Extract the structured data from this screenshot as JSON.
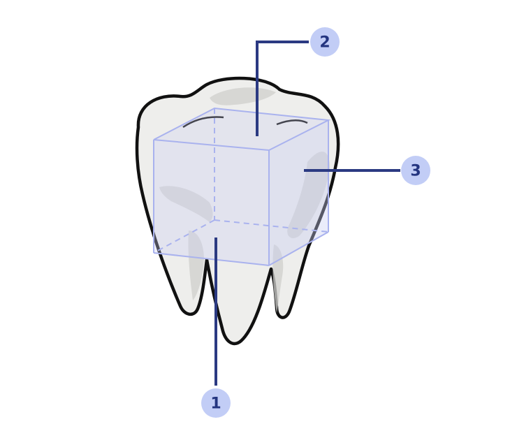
{
  "diagram": {
    "subject": "molar-tooth-with-cube-overlay",
    "colors": {
      "tooth_fill": "#eeeeec",
      "tooth_shadow": "#cfcfcc",
      "tooth_outline": "#111111",
      "cube_fill": "#c9cdf2",
      "cube_edge": "#a9b2ee",
      "leader_line": "#2b3a82",
      "badge_fill": "#c2cdf6",
      "badge_text": "#243580"
    },
    "callouts": [
      {
        "id": "1",
        "label": "1"
      },
      {
        "id": "2",
        "label": "2"
      },
      {
        "id": "3",
        "label": "3"
      }
    ]
  }
}
